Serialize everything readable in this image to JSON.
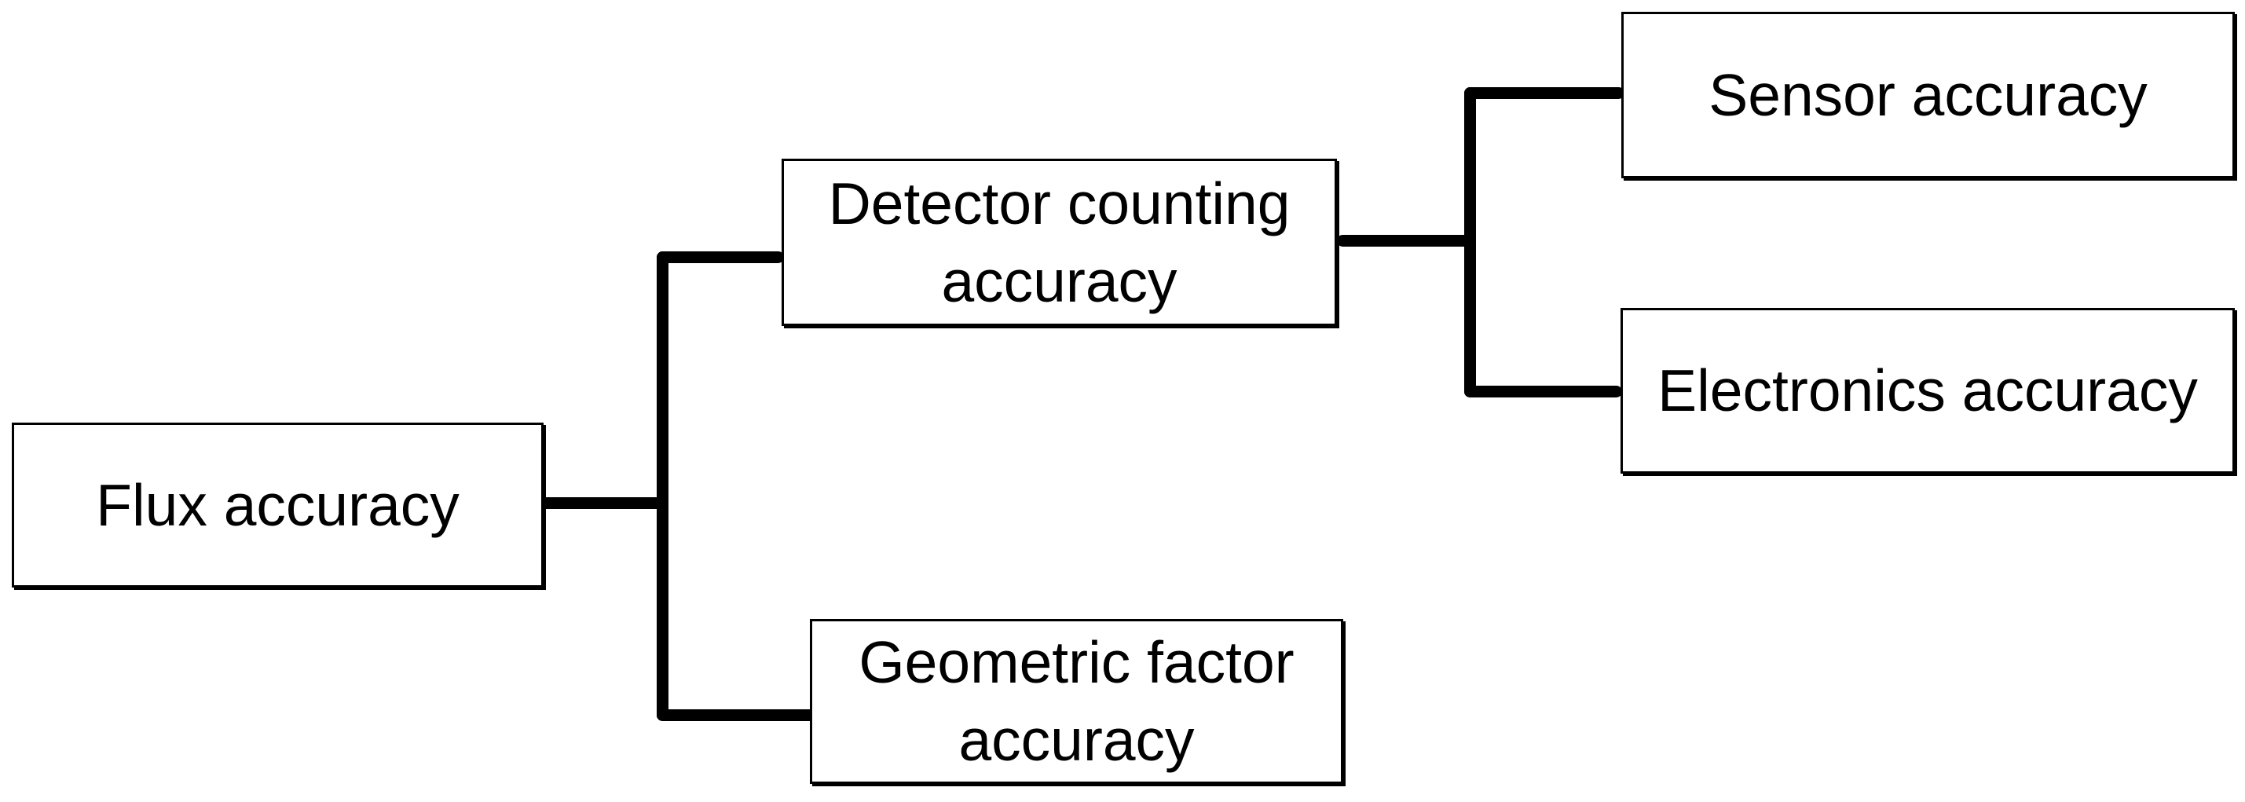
{
  "diagram": {
    "type": "hierarchy-tree",
    "colors": {
      "background": "#ffffff",
      "box_fill": "#ffffff",
      "box_border": "#000000",
      "connector": "#000000",
      "text": "#000000"
    },
    "nodes": {
      "flux": {
        "label": "Flux accuracy"
      },
      "detector": {
        "label": "Detector counting accuracy"
      },
      "geometric": {
        "label": "Geometric factor accuracy"
      },
      "sensor": {
        "label": "Sensor accuracy"
      },
      "electronics": {
        "label": "Electronics accuracy"
      }
    },
    "edges": [
      {
        "from": "Flux accuracy",
        "to": "Detector counting accuracy"
      },
      {
        "from": "Flux accuracy",
        "to": "Geometric factor accuracy"
      },
      {
        "from": "Detector counting accuracy",
        "to": "Sensor accuracy"
      },
      {
        "from": "Detector counting accuracy",
        "to": "Electronics accuracy"
      }
    ]
  }
}
